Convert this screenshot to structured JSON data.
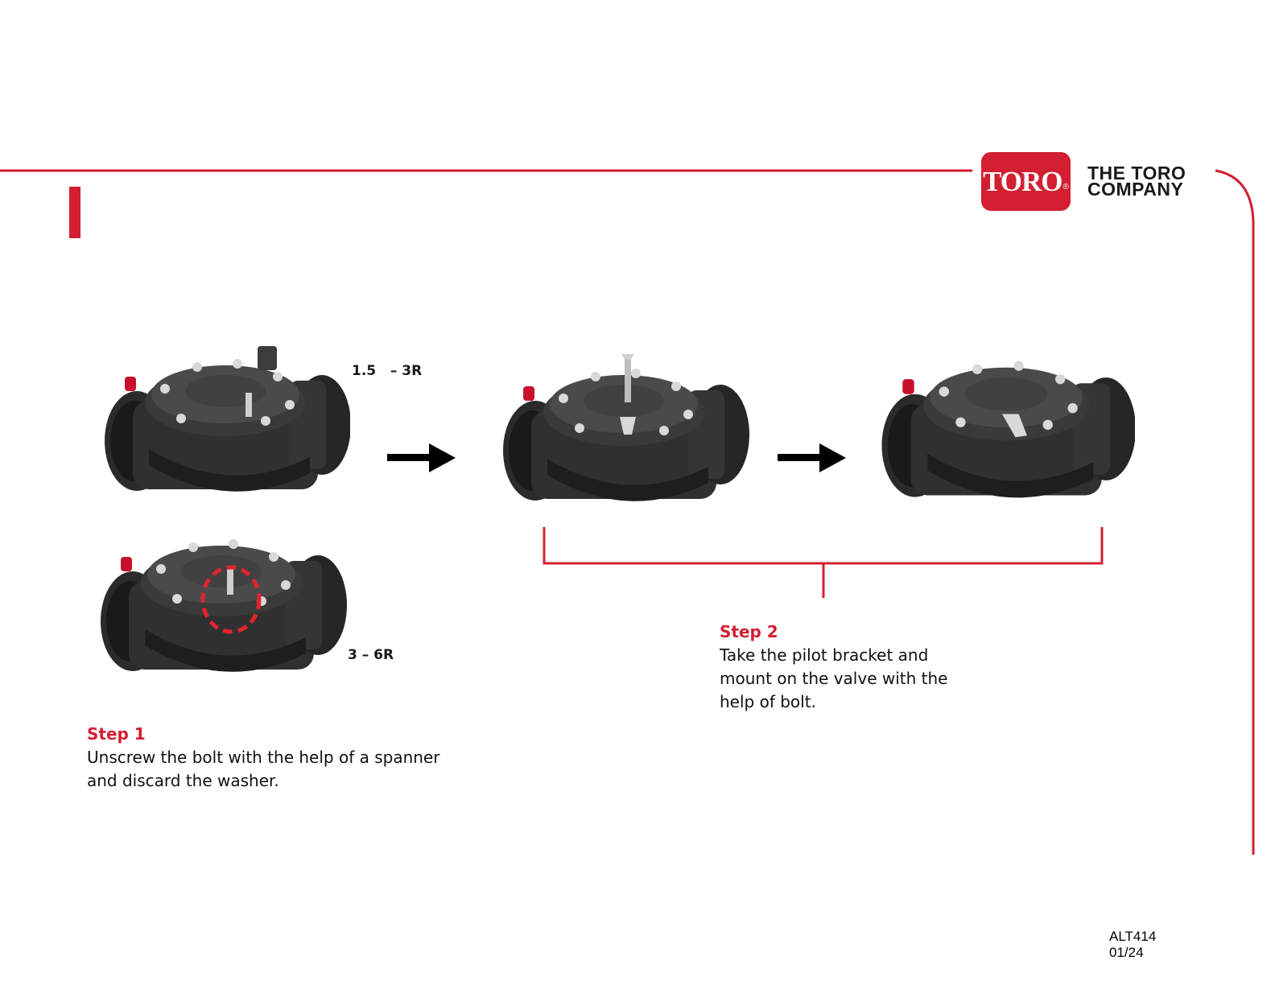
{
  "brand": {
    "logo_text": "TORO",
    "registered_mark": "®",
    "company_line1": "THE TORO",
    "company_line2": "COMPANY",
    "accent_color": "#d31f32"
  },
  "figure": {
    "size_label_small": "1.5   – 3R",
    "size_label_large": "3 – 6R"
  },
  "steps": [
    {
      "title": "Step 1",
      "text_line1": "Unscrew the bolt with the help of a spanner",
      "text_line2": "and discard the washer."
    },
    {
      "title": "Step 2",
      "text_line1": "Take the pilot bracket and",
      "text_line2": "mount on the valve with the",
      "text_line3": "help of bolt."
    }
  ],
  "footer": {
    "code": "ALT414",
    "date": "01/24"
  },
  "icons": [
    "valve-illustration",
    "arrow-right-icon",
    "highlight-circle"
  ]
}
